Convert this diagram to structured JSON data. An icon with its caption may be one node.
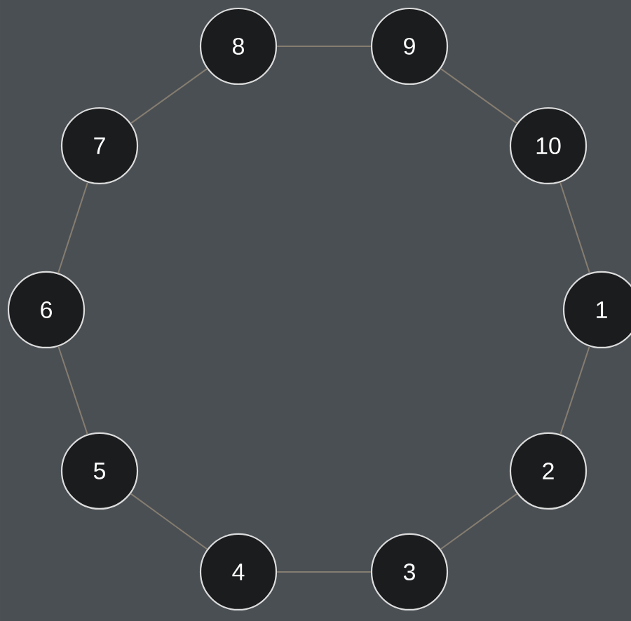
{
  "diagram": {
    "nodes": [
      {
        "text": [
          "1"
        ]
      },
      {
        "text": [
          "2"
        ]
      },
      {
        "text": [
          "3"
        ]
      },
      {
        "text": [
          "4"
        ]
      },
      {
        "text": [
          "5"
        ]
      },
      {
        "text": [
          "6"
        ]
      },
      {
        "text": [
          "7"
        ]
      },
      {
        "text": [
          "8"
        ]
      },
      {
        "text": [
          "9"
        ]
      },
      {
        "text": [
          "10"
        ]
      }
    ],
    "edges": [
      {
        "from": 0,
        "to": 1,
        "arrow": "none"
      },
      {
        "from": 1,
        "to": 2,
        "arrow": "none"
      },
      {
        "from": 2,
        "to": 3,
        "arrow": "none"
      },
      {
        "from": 3,
        "to": 4,
        "arrow": "none"
      },
      {
        "from": 4,
        "to": 5,
        "arrow": "none"
      },
      {
        "from": 5,
        "to": 6,
        "arrow": "none"
      },
      {
        "from": 6,
        "to": 7,
        "arrow": "none"
      },
      {
        "from": 7,
        "to": 8,
        "arrow": "none"
      },
      {
        "from": 8,
        "to": 9,
        "arrow": "none"
      },
      {
        "from": 9,
        "to": 0,
        "arrow": "none"
      }
    ]
  }
}
